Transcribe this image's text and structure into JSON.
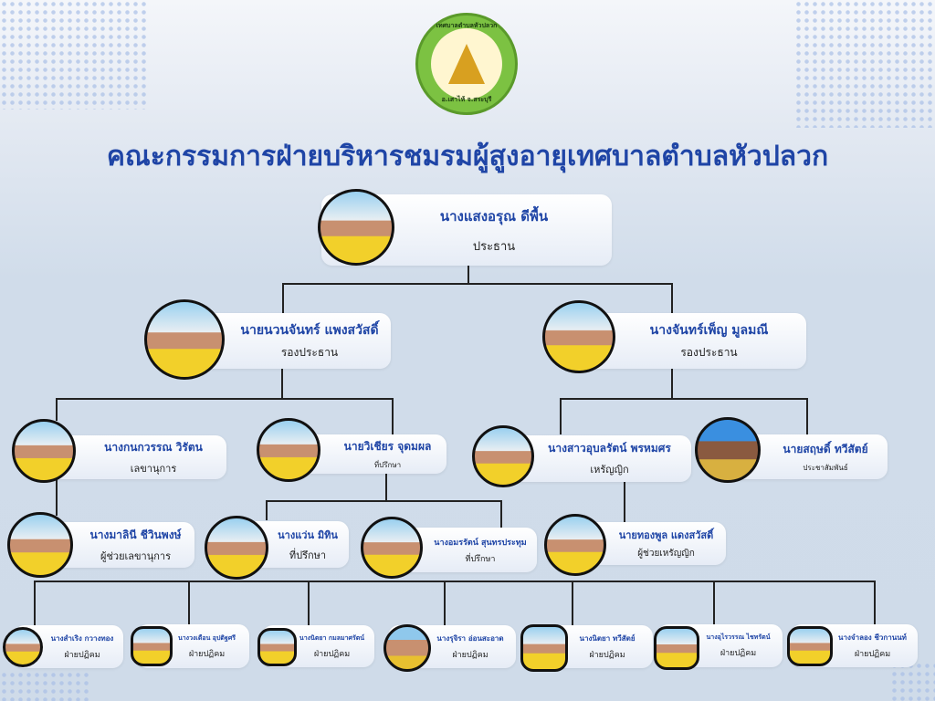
{
  "logo": {
    "text_top": "เทศบาลตำบลหัวปลวก",
    "text_bottom": "อ.เสาไห้ จ.สระบุรี"
  },
  "title": "คณะกรรมการฝ่ายบริหารชมรมผู้สูงอายุเทศบาลตำบลหัวปลวก",
  "president": {
    "name": "นางแสงอรุณ ดีพื้น",
    "role": "ประธาน"
  },
  "vice_presidents": [
    {
      "name": "นายนวนจันทร์ แพงสวัสดิ์",
      "role": "รองประธาน"
    },
    {
      "name": "นางจันทร์เพ็ญ มูลมณี",
      "role": "รองประธาน"
    }
  ],
  "level3": [
    {
      "name": "นางกนกวรรณ วิรัตน",
      "role": "เลขานุการ"
    },
    {
      "name": "นายวิเชียร จุดมผล",
      "role": "ที่ปรึกษา"
    },
    {
      "name": "นางสาวอุบลรัตน์ พรหมศร",
      "role": "เหรัญญิก"
    },
    {
      "name": "นายสฤษดิ์ ทวีสัตย์",
      "role": "ประชาสัมพันธ์"
    }
  ],
  "level4": [
    {
      "name": "นางมาลินี ชีวินพงษ์",
      "role": "ผู้ช่วยเลขานุการ"
    },
    {
      "name": "นางแว่น มิทิน",
      "role": "ที่ปรึกษา"
    },
    {
      "name": "นางอมรรัตน์ สุนทรประทุม",
      "role": "ที่ปรึกษา"
    },
    {
      "name": "นายทองพูล แดงสวัสดิ์",
      "role": "ผู้ช่วยเหรัญญิก"
    }
  ],
  "reception": [
    {
      "name": "นางสำเริง กวางทอง",
      "role": "ฝ่ายปฏิคม"
    },
    {
      "name": "นางวงเดือน อุปติฐศรี",
      "role": "ฝ่ายปฏิคม"
    },
    {
      "name": "นางนิตยา กมลมาศรัตน์",
      "role": "ฝ่ายปฏิคม"
    },
    {
      "name": "นางรุจิรา อ่อนสะอาด",
      "role": "ฝ่ายปฏิคม"
    },
    {
      "name": "นางนิตยา ทวีสัตย์",
      "role": "ฝ่ายปฏิคม"
    },
    {
      "name": "นางอุไรวรรณ ไชทรัตน์",
      "role": "ฝ่ายปฏิคม"
    },
    {
      "name": "นางจำลอง ชีวกานนท์",
      "role": "ฝ่ายปฏิคม"
    }
  ]
}
